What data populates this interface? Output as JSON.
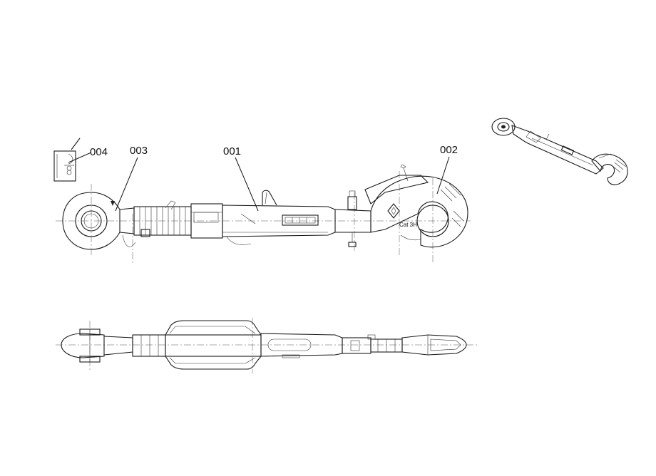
{
  "callouts": [
    {
      "id": "001",
      "text": "001"
    },
    {
      "id": "002",
      "text": "002"
    },
    {
      "id": "003",
      "text": "003"
    },
    {
      "id": "004",
      "text": "004"
    }
  ],
  "hook_marking": "Cat 3H"
}
